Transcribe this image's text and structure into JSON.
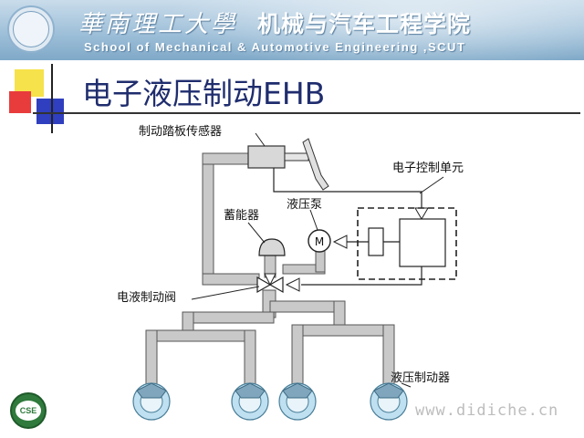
{
  "header": {
    "university_name": "華南理工大學",
    "school_name_cn": "机械与汽车工程学院",
    "school_name_en": "School of Mechanical & Automotive Engineering ,SCUT"
  },
  "slide": {
    "title": "电子液压制动EHB"
  },
  "diagram_labels": {
    "pedal_sensor": "制动踏板传感器",
    "ecu": "电子控制单元",
    "accumulator": "蓄能器",
    "pump": "液压泵",
    "motor_symbol": "M",
    "valve": "电液制动阀",
    "brake": "液压制动器"
  },
  "footer": {
    "logo_text": "CSE",
    "watermark": "www.didiche.cn"
  },
  "colors": {
    "pipe": "#c9c9c9",
    "title": "#1f2d6e",
    "banner": "#9fc0d9"
  }
}
